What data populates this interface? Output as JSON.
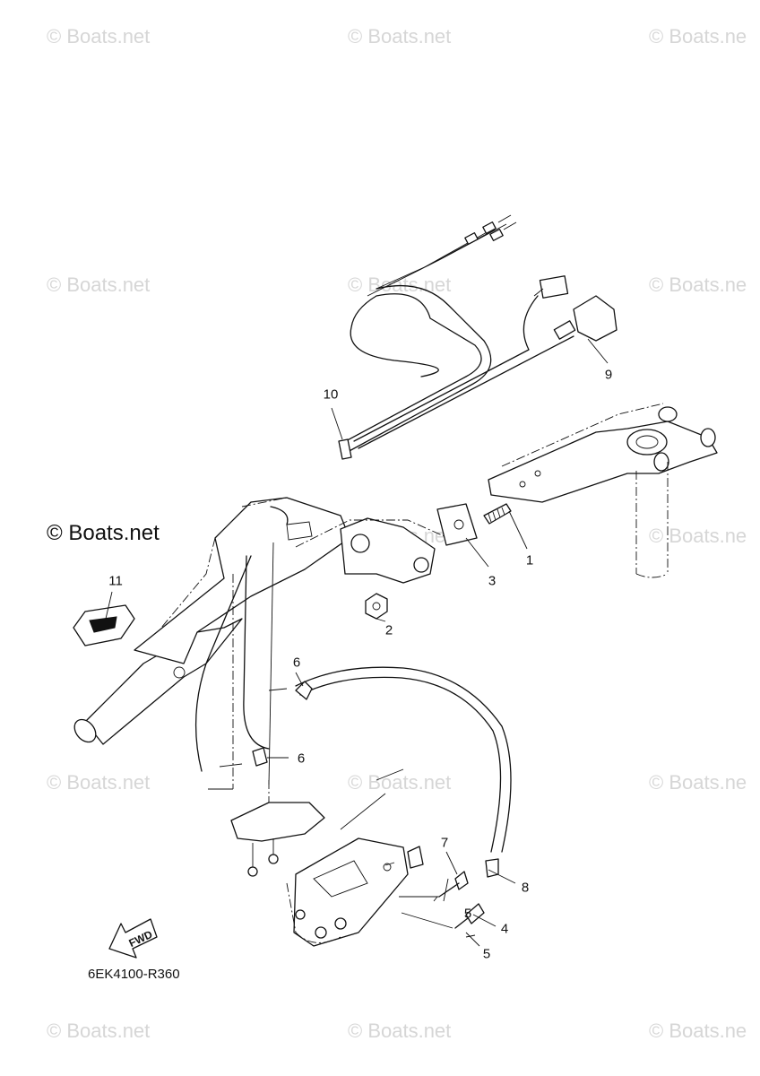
{
  "watermark": {
    "text": "© Boats.net",
    "text_cut": "© Boats.ne",
    "large_text": "© Boats.net"
  },
  "diagram": {
    "reference_code": "6EK4100-R360",
    "fwd_label": "FWD",
    "callouts": [
      "1",
      "2",
      "3",
      "4",
      "5",
      "5",
      "6",
      "6",
      "7",
      "8",
      "9",
      "10",
      "11"
    ]
  }
}
